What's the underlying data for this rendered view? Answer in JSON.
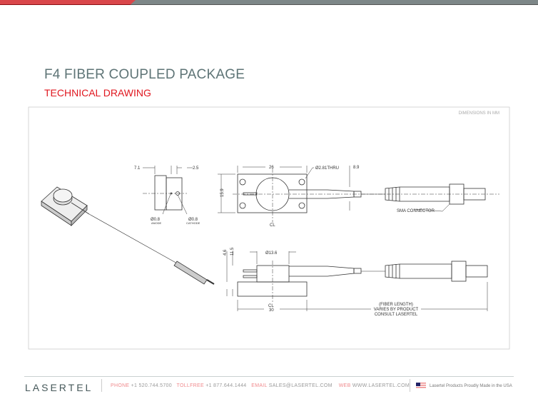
{
  "header": {
    "title": "F4 FIBER COUPLED PACKAGE",
    "subtitle": "TECHNICAL DRAWING"
  },
  "drawing": {
    "units_note": "DIMENSIONS IN MM",
    "dims": {
      "d71": "7.1",
      "d25": "2.5",
      "d26": "26",
      "hole": "Ø2.81THRU",
      "d89": "8.9",
      "d159": "15.9",
      "anode_dia": "Ø0.8",
      "anode": "ANODE",
      "cathode_dia": "Ø0.8",
      "cathode": "CATHODE",
      "d46": "4.6",
      "d115": "11.5",
      "d136": "Ø13.6",
      "d30": "30",
      "cl": "CL"
    },
    "sma": "SMA CONNECTOR",
    "fiber_note": [
      "(FIBER LENGTH)",
      "VARIES BY PRODUCT",
      "CONSULT LASERTEL"
    ]
  },
  "footer": {
    "logo": "LASERTEL",
    "phone_label": "PHONE",
    "phone": "+1 520.744.5700",
    "tollfree_label": "TOLLFREE",
    "tollfree": "+1 877.644.1444",
    "email_label": "EMAIL",
    "email": "SALES@LASERTEL.COM",
    "web_label": "WEB",
    "web": "WWW.LASERTEL.COM",
    "made": "Lasertel Products Proudly Made in the USA"
  }
}
